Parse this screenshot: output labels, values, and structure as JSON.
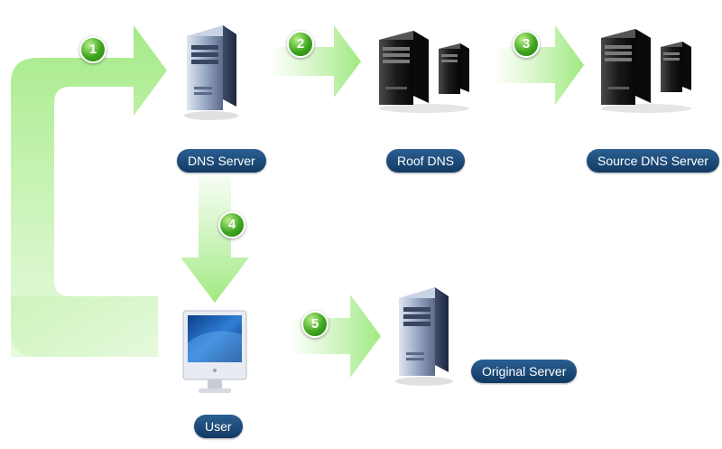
{
  "nodes": {
    "dns_server": {
      "label": "DNS Server",
      "icon": "tower-server-icon"
    },
    "roof_dns": {
      "label": "Roof DNS",
      "icon": "server-pair-icon"
    },
    "source_dns": {
      "label": "Source DNS Server",
      "icon": "server-pair-icon"
    },
    "user": {
      "label": "User",
      "icon": "monitor-icon"
    },
    "original_server": {
      "label": "Original  Server",
      "icon": "tower-server-icon"
    }
  },
  "steps": [
    "1",
    "2",
    "3",
    "4",
    "5"
  ],
  "colors": {
    "arrow": "#a8ec8a",
    "label_bg": "#1b4a78",
    "step_badge": "#3ea51e"
  }
}
